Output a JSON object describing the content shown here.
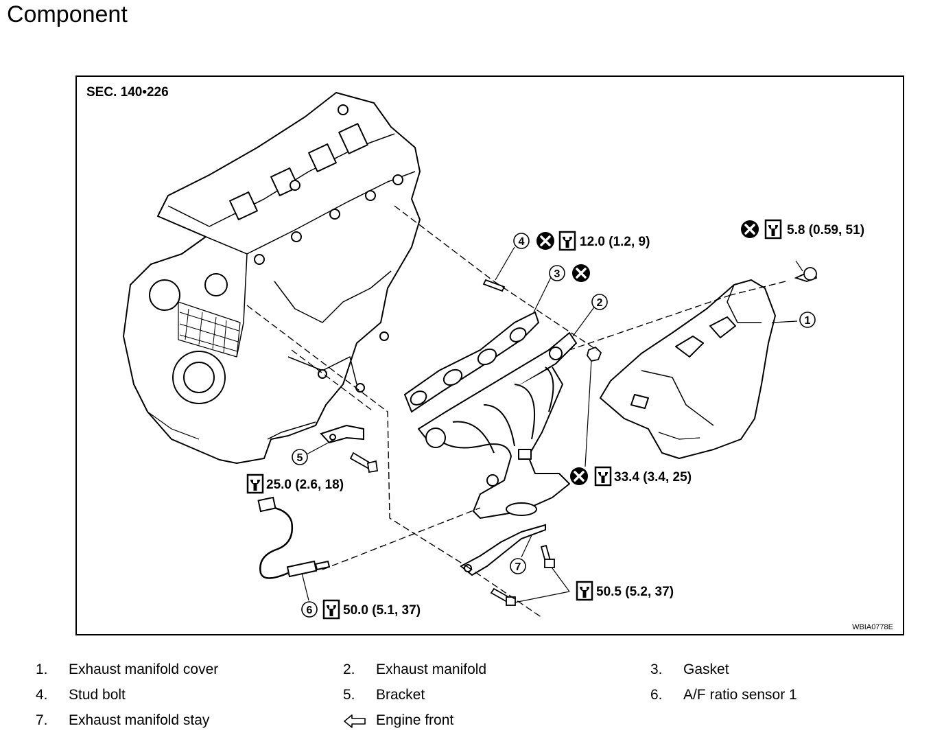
{
  "title": "Component",
  "section_ref": "SEC. 140•226",
  "figure_code": "WBIA0778E",
  "callouts": {
    "c1": "1",
    "c2": "2",
    "c3": "3",
    "c4": "4",
    "c5": "5",
    "c6": "6",
    "c7": "7"
  },
  "torques": {
    "t1": "5.8 (0.59, 51)",
    "t4": "12.0 (1.2, 9)",
    "t_nut": "33.4 (3.4, 25)",
    "t5": "25.0 (2.6, 18)",
    "t6": "50.0 (5.1, 37)",
    "t7": "50.5 (5.2, 37)"
  },
  "legend": [
    {
      "num": "1.",
      "label": "Exhaust manifold cover"
    },
    {
      "num": "2.",
      "label": "Exhaust manifold"
    },
    {
      "num": "3.",
      "label": "Gasket"
    },
    {
      "num": "4.",
      "label": "Stud bolt"
    },
    {
      "num": "5.",
      "label": "Bracket"
    },
    {
      "num": "6.",
      "label": "A/F ratio sensor 1"
    },
    {
      "num": "7.",
      "label": "Exhaust manifold stay"
    }
  ],
  "engine_front_label": "Engine front",
  "icons": [
    "do-not-reuse-icon",
    "torque-wrench-icon",
    "engine-front-arrow-icon"
  ]
}
